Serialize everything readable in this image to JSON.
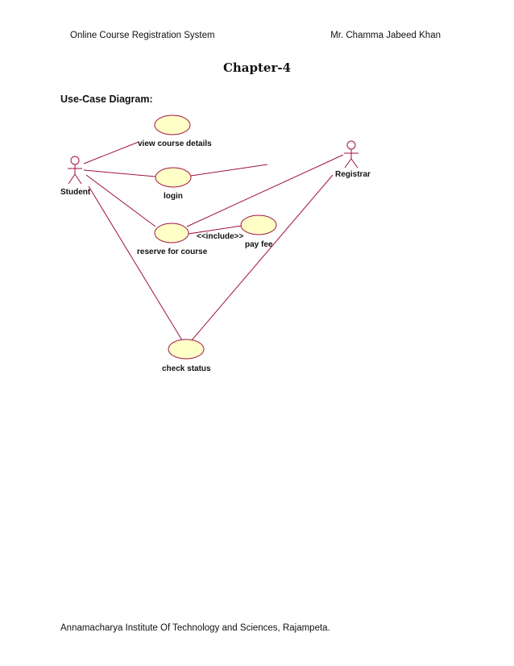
{
  "header": {
    "left": "Online Course Registration System",
    "right": "Mr. Chamma Jabeed Khan"
  },
  "chapter": "Chapter-4",
  "section_title": "Use-Case Diagram:",
  "diagram": {
    "actors": {
      "student": "Student",
      "registrar": "Registrar"
    },
    "use_cases": {
      "view_course_details": "view course details",
      "login": "login",
      "reserve_for_course": "reserve for course",
      "pay_fee": "pay fee",
      "check_status": "check status"
    },
    "relationships": {
      "include": "<<include>>"
    }
  },
  "footer": "Annamacharya Institute Of Technology and Sciences, Rajampeta."
}
